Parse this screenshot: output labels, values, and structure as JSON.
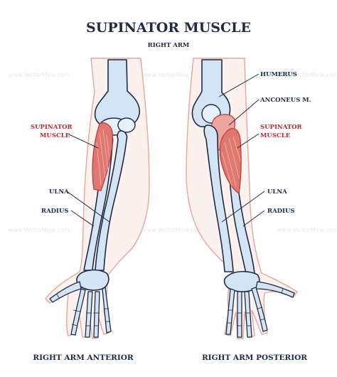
{
  "title": "SUPINATOR MUSCLE",
  "subtitle": "RIGHT ARM",
  "labels": {
    "supinator_muscle_left_1": "SUPINATOR",
    "supinator_muscle_left_2": "MUSCLE",
    "ulna_left": "ULNA",
    "radius_left": "RADIUS",
    "humerus": "HUMERUS",
    "anconeus": "ANCONEUS M.",
    "supinator_muscle_right_1": "SUPINATOR",
    "supinator_muscle_right_2": "MUSCLE",
    "ulna_right": "ULNA",
    "radius_right": "RADIUS"
  },
  "captions": {
    "anterior": "RIGHT ARM ANTERIOR",
    "posterior": "RIGHT ARM POSTERIOR"
  },
  "watermark": "www.VectorMine.com",
  "colors": {
    "bone": "#d3e4f4",
    "outline": "#1f2b45",
    "muscle": "#e0786f",
    "skin": "#fdf1ee",
    "accent_red": "#c1272d"
  }
}
